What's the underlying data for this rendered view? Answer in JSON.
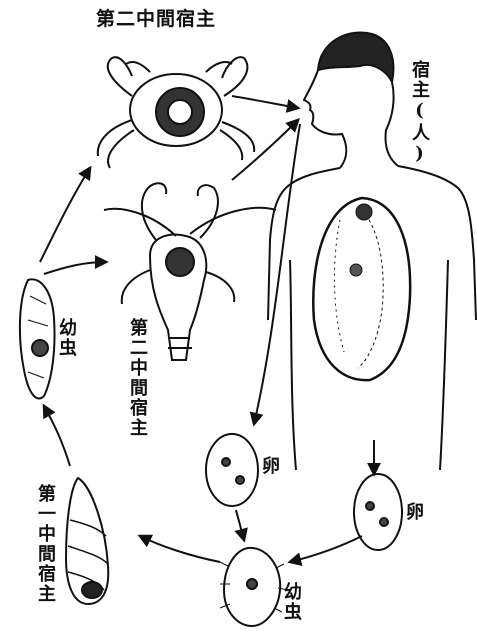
{
  "labels": {
    "second_intermediate_host_title": "第二中間宿主",
    "host_human": "宿主(人)",
    "second_intermediate_host_side": "第二中間宿主",
    "first_intermediate_host": "第一中間宿主",
    "larva_upper": "幼虫",
    "egg_center": "卵",
    "egg_right": "卵",
    "larva_bottom": "幼虫"
  },
  "colors": {
    "ink": "#111111",
    "paper": "#ffffff"
  }
}
